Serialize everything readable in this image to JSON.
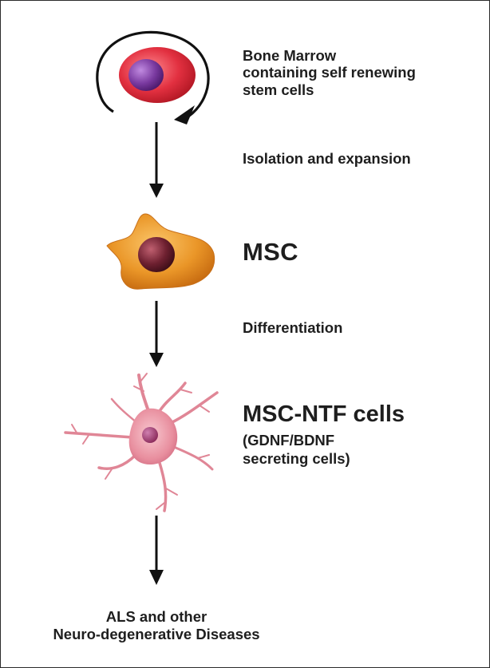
{
  "steps": {
    "bone_marrow": {
      "lines": [
        "Bone Marrow",
        "containing self renewing",
        "stem cells"
      ]
    },
    "isolation": {
      "label": "Isolation and expansion"
    },
    "msc": {
      "label": "MSC"
    },
    "differentiation": {
      "label": "Differentiation"
    },
    "msc_ntf": {
      "title": "MSC-NTF cells",
      "sub_lines": [
        "(GDNF/BDNF",
        "secreting cells)"
      ]
    },
    "outcome": {
      "lines": [
        "ALS and other",
        "Neuro-degenerative Diseases"
      ]
    }
  },
  "icons": [
    "stem-cell-icon",
    "circular-arrow-icon",
    "msc-cell-icon",
    "neuron-cell-icon",
    "down-arrow-icon"
  ],
  "colors": {
    "stem_cell": "#e03040",
    "stem_nucleus": "#7a3aa0",
    "msc_cell": "#e8962a",
    "msc_nucleus": "#6e2030",
    "neuron": "#e89aa8",
    "neuron_nucleus": "#9a3a6a",
    "arrow": "#111111"
  }
}
